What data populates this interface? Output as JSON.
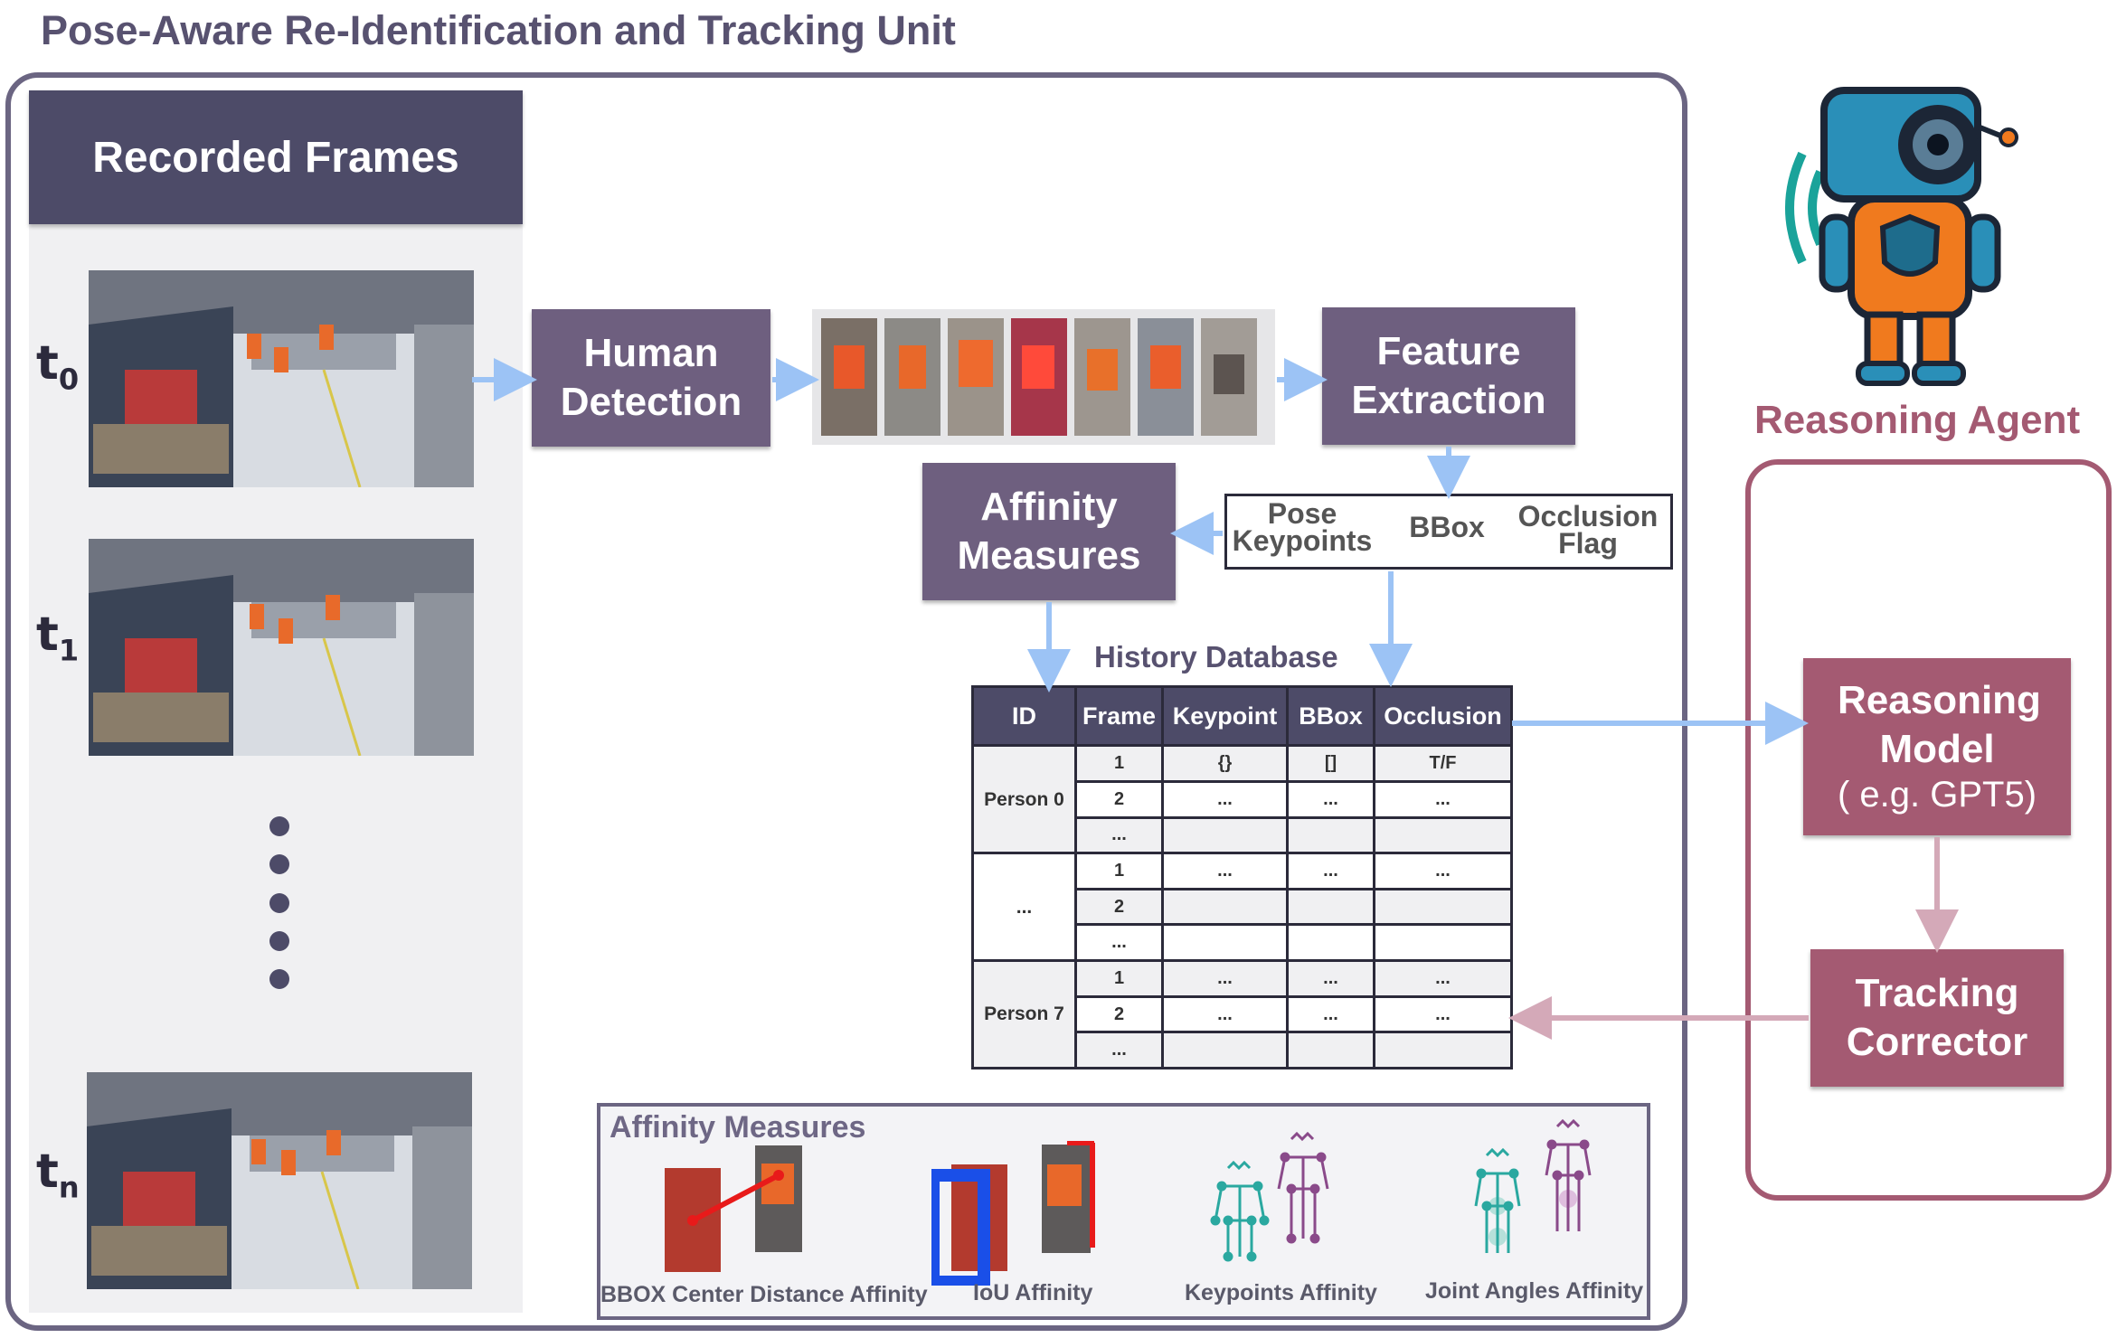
{
  "title": "Pose-Aware Re-Identification and Tracking Unit",
  "frames": {
    "header": "Recorded Frames",
    "labels": [
      {
        "t": "t",
        "sub": "0"
      },
      {
        "t": "t",
        "sub": "1"
      },
      {
        "t": "t",
        "sub": "n"
      }
    ]
  },
  "pipeline": {
    "human_detection": "Human Detection",
    "feature_extraction": "Feature Extraction",
    "affinity_measures": "Affinity Measures",
    "features": {
      "pose": "Pose Keypoints",
      "bbox": "BBox",
      "occlusion": "Occlusion Flag"
    }
  },
  "history_db": {
    "title": "History Database",
    "columns": [
      "ID",
      "Frame",
      "Keypoint",
      "BBox",
      "Occlusion"
    ],
    "groups": [
      {
        "id": "Person 0",
        "rows": [
          [
            "1",
            "{}",
            "[]",
            "T/F"
          ],
          [
            "2",
            "...",
            "...",
            "..."
          ],
          [
            "...",
            "",
            "",
            ""
          ]
        ]
      },
      {
        "id": "...",
        "rows": [
          [
            "1",
            "...",
            "...",
            "..."
          ],
          [
            "2",
            "",
            "",
            ""
          ],
          [
            "...",
            "",
            "",
            ""
          ]
        ]
      },
      {
        "id": "Person 7",
        "rows": [
          [
            "1",
            "...",
            "...",
            "..."
          ],
          [
            "2",
            "...",
            "...",
            "..."
          ],
          [
            "...",
            "",
            "",
            ""
          ]
        ]
      }
    ]
  },
  "agent": {
    "title": "Reasoning Agent",
    "reasoning_model": "Reasoning Model",
    "reasoning_model_example": "( e.g. GPT5)",
    "tracking_corrector": "Tracking Corrector"
  },
  "affinity_panel": {
    "title": "Affinity Measures",
    "captions": {
      "bbox_center": "BBOX Center Distance Affinity",
      "iou": "IoU Affinity",
      "keypoints": "Keypoints Affinity",
      "joint_angles": "Joint Angles Affinity"
    }
  },
  "colors": {
    "purple_dark": "#4d4b68",
    "purple_box": "#6e5f7f",
    "maroon": "#a45a72",
    "arrow_blue": "#9cc3f5",
    "arrow_pink": "#d4a9b8"
  },
  "icons": [
    "robot-camera-icon",
    "shield-person-icon",
    "signal-waves-icon"
  ]
}
